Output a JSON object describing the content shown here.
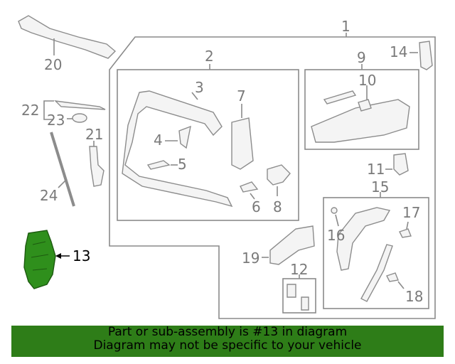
{
  "colors": {
    "highlight": "#2f8f1c",
    "banner_bg": "#2e7d18",
    "line": "#8a8a8a",
    "label": "#7a7a7a"
  },
  "labels": {
    "l1": "1",
    "l2": "2",
    "l3": "3",
    "l4": "4",
    "l5": "5",
    "l6": "6",
    "l7": "7",
    "l8": "8",
    "l9": "9",
    "l10": "10",
    "l11": "11",
    "l12": "12",
    "l13": "13",
    "l14": "14",
    "l15": "15",
    "l16": "16",
    "l17": "17",
    "l18": "18",
    "l19": "19",
    "l20": "20",
    "l21": "21",
    "l22": "22",
    "l23": "23",
    "l24": "24"
  },
  "highlighted_part": "13",
  "banner": {
    "line1": "Part or sub-assembly is #13 in diagram",
    "line2": "Diagram may not be specific to your vehicle"
  }
}
